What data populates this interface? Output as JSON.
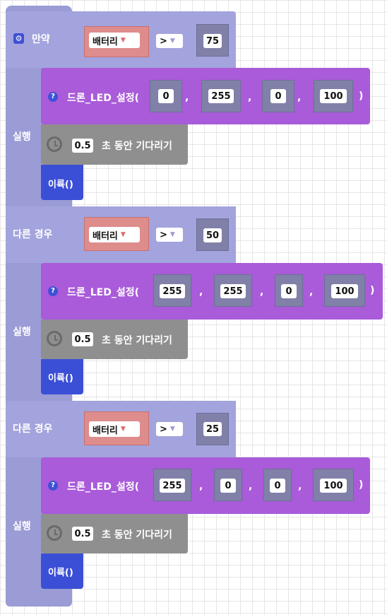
{
  "if_label": "만약",
  "else_if_label": "다른 경우",
  "do_label": "실행",
  "variable": "배터리",
  "operator": ">",
  "led_label": "드론_LED_설정(",
  "close_paren": ")",
  "comma": ",",
  "wait_suffix": "초 동안 기다리기",
  "land_label": "이륙()",
  "branches": [
    {
      "threshold": "75",
      "rgb_b": [
        "0",
        "255",
        "0",
        "100"
      ],
      "wait": "0.5"
    },
    {
      "threshold": "50",
      "rgb_b": [
        "255",
        "255",
        "0",
        "100"
      ],
      "wait": "0.5"
    },
    {
      "threshold": "25",
      "rgb_b": [
        "255",
        "0",
        "0",
        "100"
      ],
      "wait": "0.5"
    }
  ],
  "colors": {
    "control": "#9b9bd6",
    "led": "#a95bd9",
    "wait": "#8f8f8f",
    "land": "#3b4fd6",
    "variable": "#de8c8c"
  }
}
